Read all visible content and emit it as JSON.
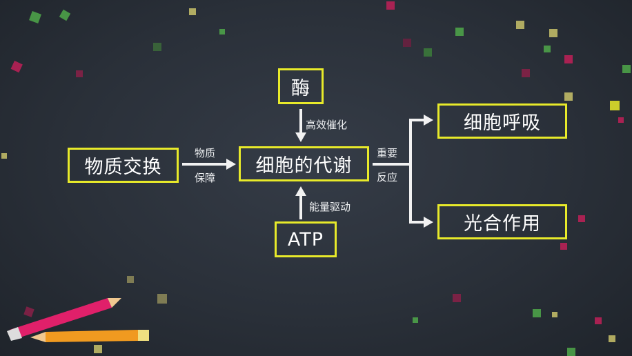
{
  "diagram": {
    "center": "细胞的代谢",
    "nodes": {
      "enzyme": "酶",
      "exchange": "物质交换",
      "atp": "ATP",
      "respiration": "细胞呼吸",
      "photosynthesis": "光合作用"
    },
    "edges": {
      "exchange_top": "物质",
      "exchange_bottom": "保障",
      "enzyme": "高效催化",
      "atp": "能量驱动",
      "reaction_top": "重要",
      "reaction_bottom": "反应"
    },
    "colors": {
      "box_border": "#e8ea2a",
      "background": "#2a3039",
      "arrow": "#f2f2f2"
    }
  }
}
